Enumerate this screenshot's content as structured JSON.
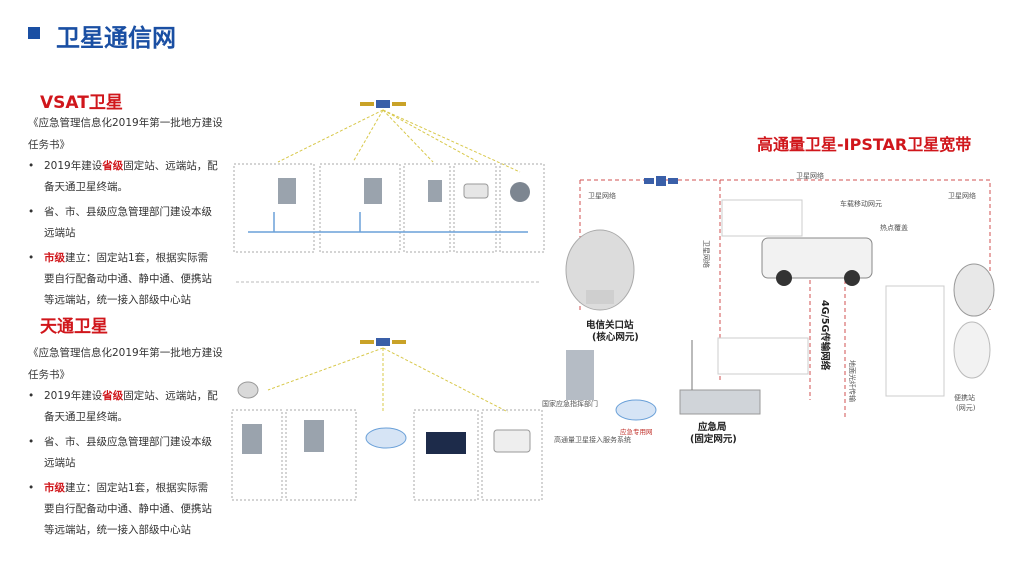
{
  "page": {
    "title": "卫星通信网"
  },
  "vsat": {
    "title": "VSAT卫星",
    "doc_ref": "《应急管理信息化2019年第一批地方建设任务书》",
    "b1_pre": "2019年建设",
    "b1_hl": "省级",
    "b1_post": "固定站、远端站，配备天通卫星终端。",
    "b2": "省、市、县级应急管理部门建设本级远端站",
    "b3_hl": "市级",
    "b3_post": "建立：固定站1套，根据实际需要自行配备动中通、静中通、便携站等远端站，统一接入部级中心站"
  },
  "tiantong": {
    "title": "天通卫星",
    "doc_ref": "《应急管理信息化2019年第一批地方建设任务书》",
    "b1_pre": "2019年建设",
    "b1_hl": "省级",
    "b1_post": "固定站、远端站，配备天通卫星终端。",
    "b2": "省、市、县级应急管理部门建设本级远端站",
    "b3_hl": "市级",
    "b3_post": "建立：固定站1套，根据实际需要自行配备动中通、静中通、便携站等远端站，统一接入部级中心站"
  },
  "ipstar": {
    "title": "高通量卫星-IPSTAR卫星宽带",
    "gateway_label": "电信关口站",
    "gateway_sub": "(核心网元)",
    "bureau_label": "应急局",
    "bureau_sub": "(固定网元)",
    "portable_label": "便携站",
    "portable_sub": "(网元)",
    "link_4g5g": "4G/5G传输网络",
    "satnet_top": "卫星网络",
    "satnet_left": "卫星网络",
    "satnet_right": "卫星网络",
    "satnet_vert": "卫星网络",
    "vehicle_label": "车载移动网元",
    "ground_net": "地面光纤传输",
    "nat_center": "国家应急指挥部门",
    "nat_access": "高通量卫星接入服务系统",
    "dedicated": "应急专用网",
    "wifi_label": "热点覆盖"
  },
  "colors": {
    "title_blue": "#1a4fa3",
    "accent_red": "#d0161b"
  }
}
